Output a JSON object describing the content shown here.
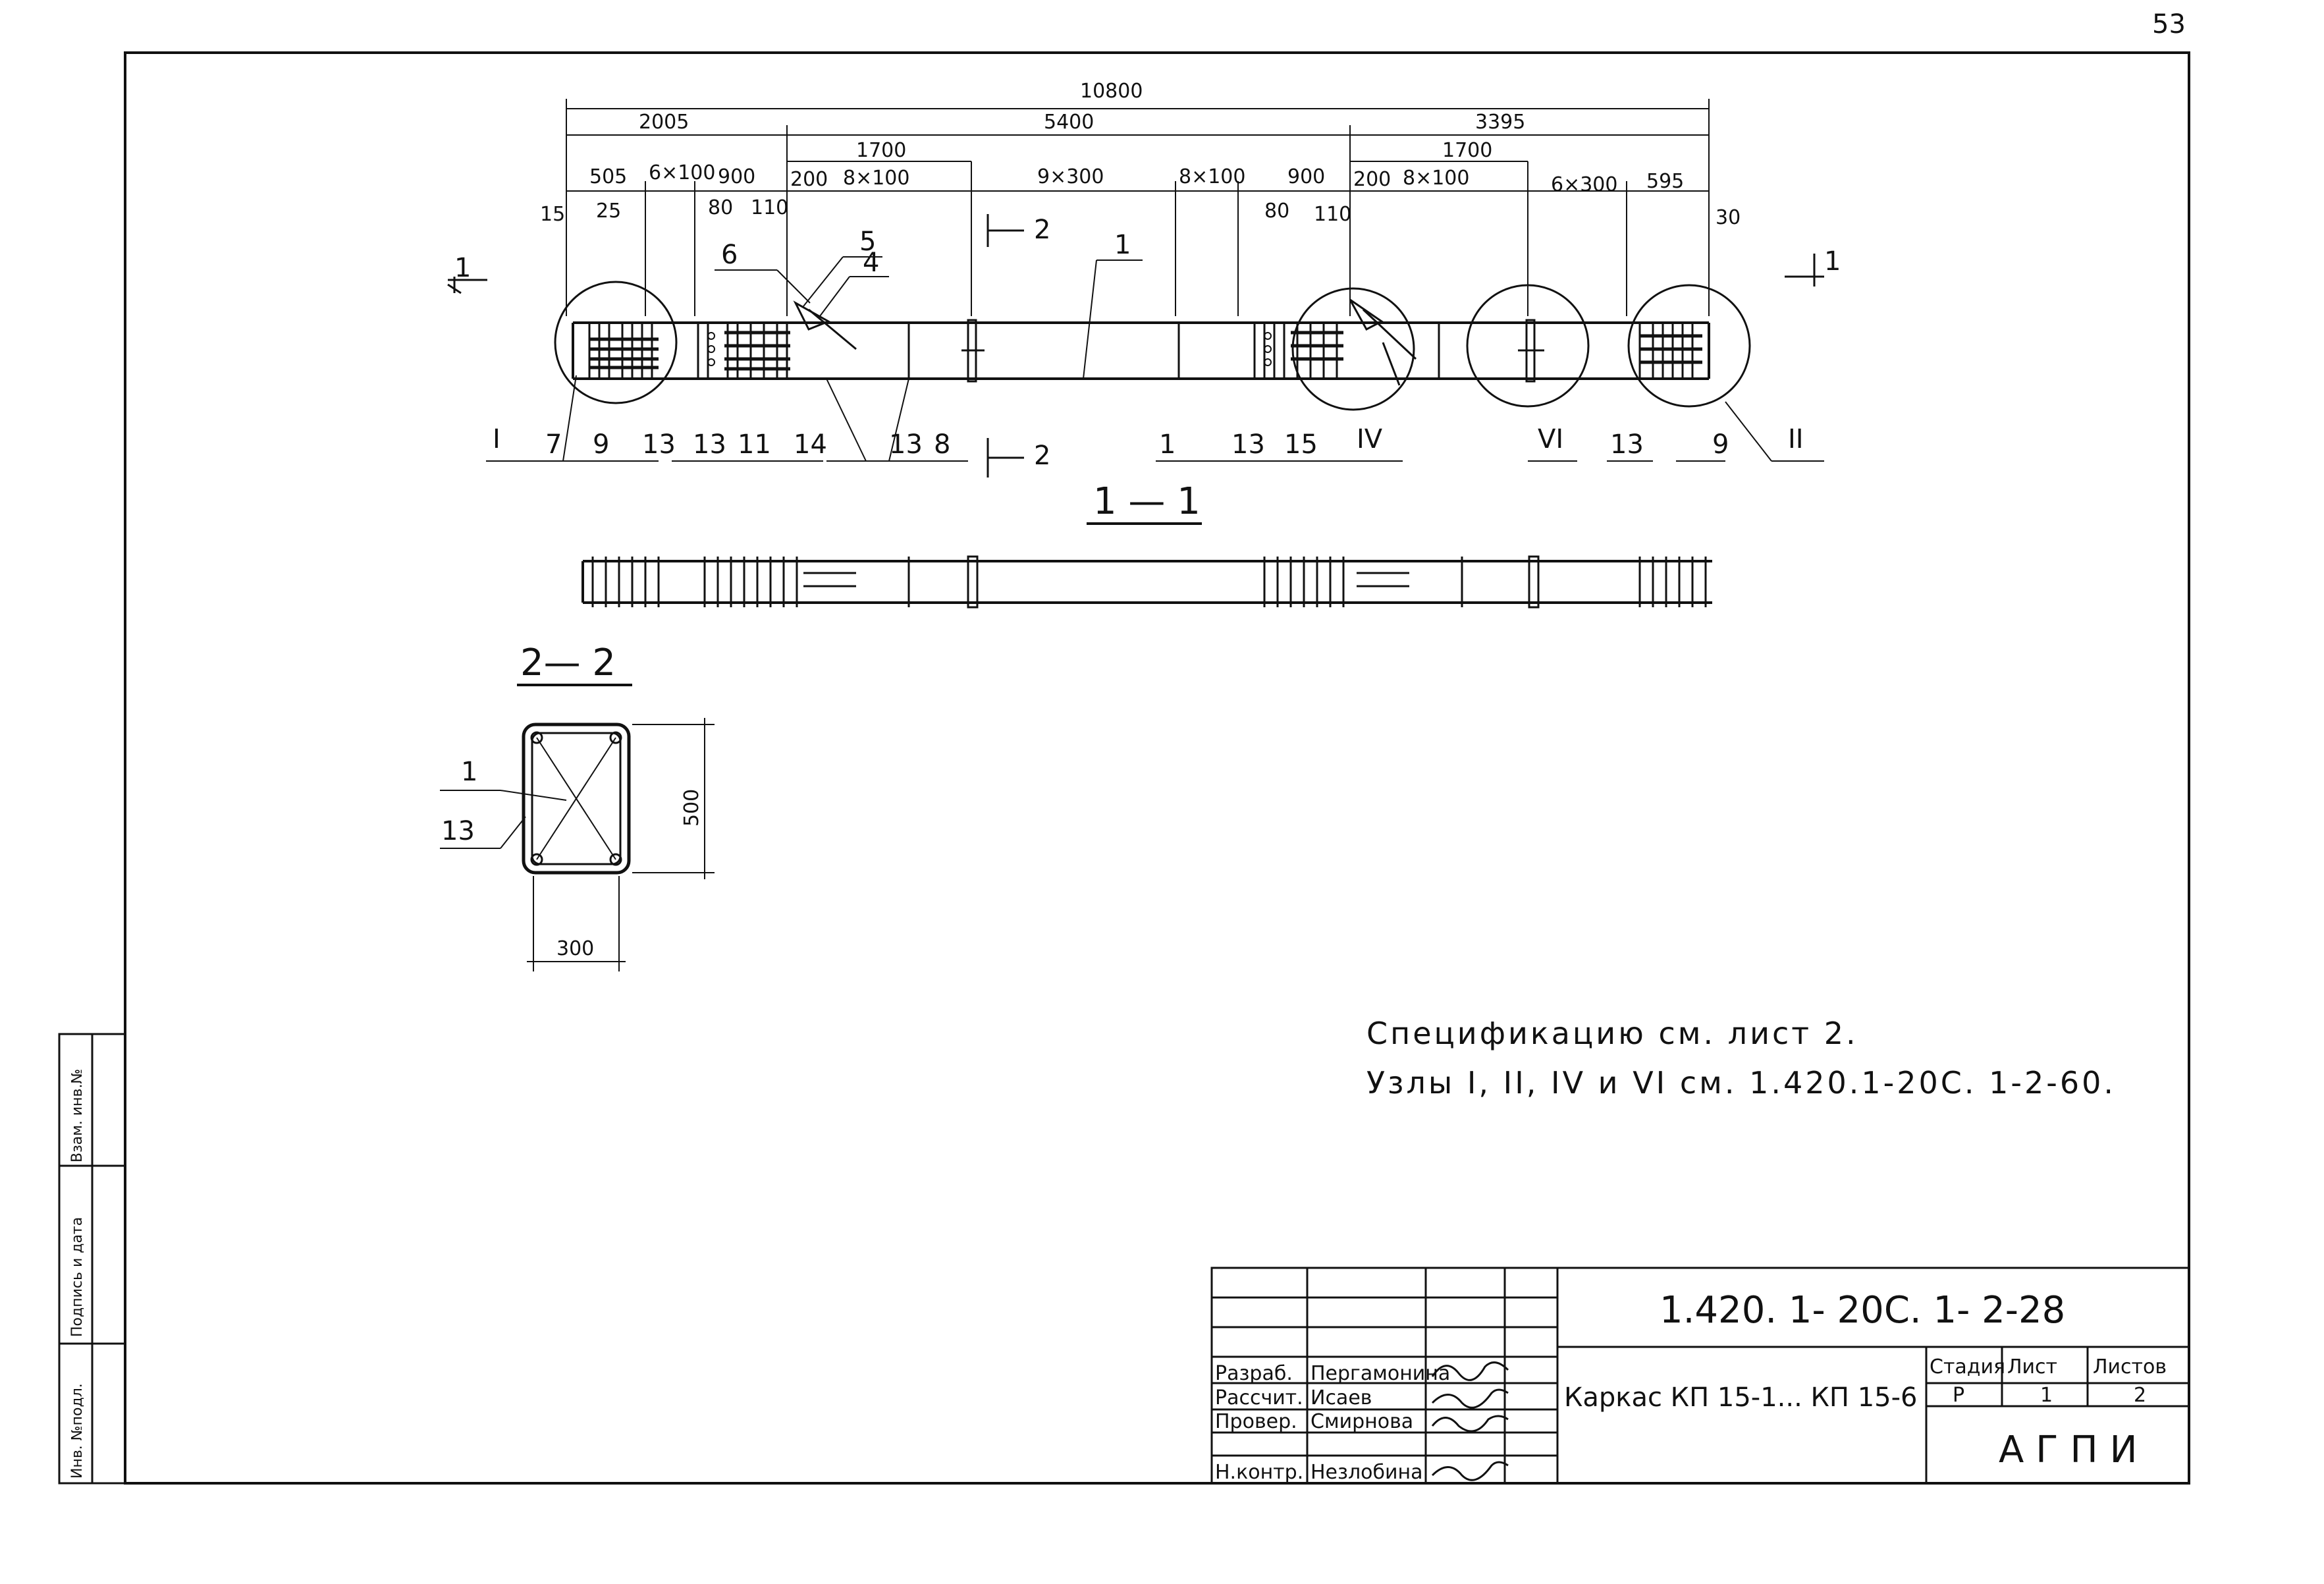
{
  "page_number": "53",
  "dimensions": {
    "overall": "10800",
    "row2": [
      "2005",
      "5400",
      "3395"
    ],
    "row3": [
      "1700",
      "1700"
    ],
    "row4": [
      "505",
      "6×100",
      "900",
      "200",
      "8×100",
      "9×300",
      "8×100",
      "900",
      "200",
      "8×100",
      "6×300",
      "595"
    ],
    "row5": [
      "15",
      "25",
      "80",
      "110",
      "80",
      "110",
      "30"
    ]
  },
  "section_marks": {
    "left": "1",
    "right": "1",
    "cut_top": "2",
    "cut_bottom": "2"
  },
  "positions_top": [
    "6",
    "5",
    "4",
    "1"
  ],
  "positions_bottom": [
    "I",
    "7",
    "9",
    "13",
    "13",
    "11",
    "14",
    "13",
    "8",
    "1",
    "13",
    "15",
    "IV",
    "VI",
    "13",
    "9",
    "II"
  ],
  "view_titles": {
    "section_1": "1 — 1",
    "section_2": "2— 2"
  },
  "cross_section": {
    "labels": [
      "1",
      "13"
    ],
    "height": "500",
    "width": "300"
  },
  "notes": [
    "Спецификацию   см.  лист 2.",
    "Узлы I, II, IV и VI  см. 1.420.1-20С. 1-2-60."
  ],
  "side_stamp": [
    "Инв. №подл.",
    "Подпись и дата",
    "Взам. инв.№"
  ],
  "title_block": {
    "code": "1.420. 1- 20С. 1- 2-28",
    "title": "Каркас  КП 15-1... КП 15-6",
    "org": "АГПИ",
    "stage_header": "Стадия",
    "sheet_header": "Лист",
    "sheets_header": "Листов",
    "stage": "Р",
    "sheet": "1",
    "sheets": "2",
    "roles": [
      {
        "role": "Разраб.",
        "name": "Пергамонина"
      },
      {
        "role": "Рассчит.",
        "name": "Исаев"
      },
      {
        "role": "Провер.",
        "name": "Смирнова"
      },
      {
        "role": "Н.контр.",
        "name": "Незлобина"
      }
    ]
  }
}
